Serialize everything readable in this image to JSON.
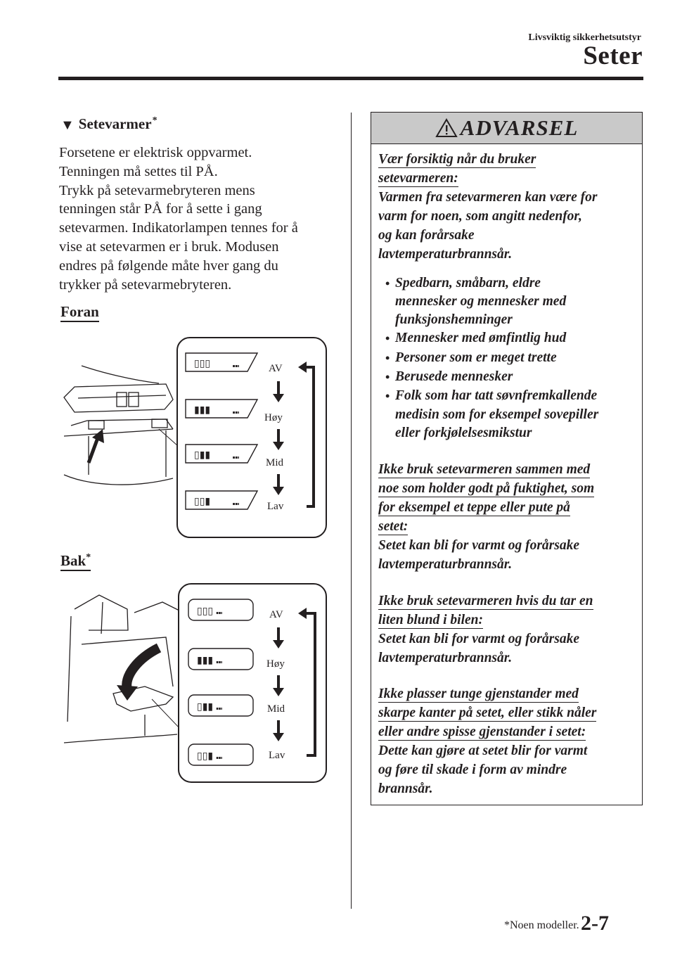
{
  "header": {
    "section": "Livsviktig sikkerhetsutstyr",
    "title": "Seter"
  },
  "left": {
    "heading": "Setevarmer",
    "heading_star": "*",
    "body_lines": [
      "Forsetene er elektrisk oppvarmet.",
      "Tenningen må settes til PÅ.",
      "Trykk på setevarmebryteren mens",
      "tenningen står PÅ for å sette i gang",
      "setevarmen. Indikatorlampen tennes for å",
      "vise at setevarmen er i bruk. Modusen",
      "endres på følgende måte hver gang du",
      "trykker på setevarmebryteren."
    ],
    "front_label": "Foran",
    "rear_label": "Bak",
    "rear_star": "*",
    "modes": [
      "AV",
      "Høy",
      "Mid",
      "Lav"
    ]
  },
  "warning": {
    "title": "ADVARSEL",
    "intro_heading": [
      "Vær forsiktig når du bruker",
      "setevarmeren:"
    ],
    "intro_text": [
      "Varmen fra setevarmeren kan være for",
      "varm for noen, som angitt nedenfor,",
      "og kan forårsake",
      "lavtemperaturbrannsår."
    ],
    "bullets": [
      [
        "Spedbarn, småbarn, eldre",
        "mennesker og mennesker med",
        "funksjonshemninger"
      ],
      [
        "Mennesker med ømfintlig hud"
      ],
      [
        "Personer som er meget trette"
      ],
      [
        "Berusede mennesker"
      ],
      [
        "Folk som har tatt søvnfremkallende",
        "medisin som for eksempel sovepiller",
        "eller forkjølelsesmikstur"
      ]
    ],
    "block2_heading": [
      "Ikke bruk setevarmeren sammen med",
      "noe som holder godt på fuktighet, som",
      "for eksempel et teppe eller pute på",
      "setet:"
    ],
    "block2_text": [
      "Setet kan bli for varmt og forårsake",
      "lavtemperaturbrannsår."
    ],
    "block3_heading": [
      "Ikke bruk setevarmeren hvis du tar en",
      "liten blund i bilen:"
    ],
    "block3_text": [
      "Setet kan bli for varmt og forårsake",
      "lavtemperaturbrannsår."
    ],
    "block4_heading": [
      "Ikke plasser tunge gjenstander med",
      "skarpe kanter på setet, eller stikk nåler",
      "eller andre spisse gjenstander i setet:"
    ],
    "block4_text": [
      "Dette kan gjøre at setet blir for varmt",
      "og føre til skade i form av mindre",
      "brannsår."
    ]
  },
  "footer": {
    "note": "*Noen modeller.",
    "page": "2-7"
  }
}
